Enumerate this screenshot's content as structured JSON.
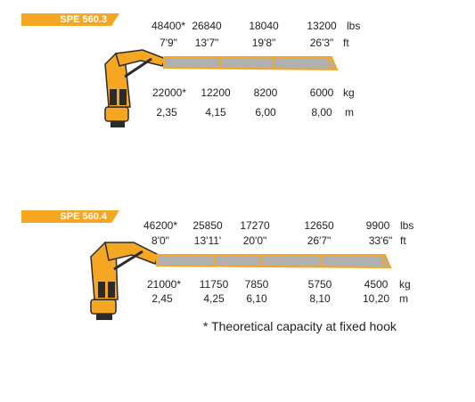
{
  "colors": {
    "accent": "#f5a623",
    "crane_yellow": "#f5a623",
    "dark": "#2b2b2b",
    "boom_gray": "#b0b0b0"
  },
  "footnote": "* Theoretical capacity at fixed hook",
  "cranes": [
    {
      "model": "SPE 560.3",
      "units": {
        "lbs": "lbs",
        "ft": "ft",
        "kg": "kg",
        "m": "m"
      },
      "lbs": [
        "48400*",
        "26840",
        "18040",
        "13200"
      ],
      "ft": [
        "7'9\"",
        "13'7\"",
        "19'8\"",
        "26'3\""
      ],
      "kg": [
        "22000*",
        "12200",
        "8200",
        "6000"
      ],
      "m": [
        "2,35",
        "4,15",
        "6,00",
        "8,00"
      ]
    },
    {
      "model": "SPE 560.4",
      "units": {
        "lbs": "lbs",
        "ft": "ft",
        "kg": "kg",
        "m": "m"
      },
      "lbs": [
        "46200*",
        "25850",
        "17270",
        "12650",
        "9900"
      ],
      "ft": [
        "8'0\"",
        "13'11'",
        "20'0\"",
        "26'7\"",
        "33'6\""
      ],
      "kg": [
        "21000*",
        "11750",
        "7850",
        "5750",
        "4500"
      ],
      "m": [
        "2,45",
        "4,25",
        "6,10",
        "8,10",
        "10,20"
      ]
    }
  ]
}
